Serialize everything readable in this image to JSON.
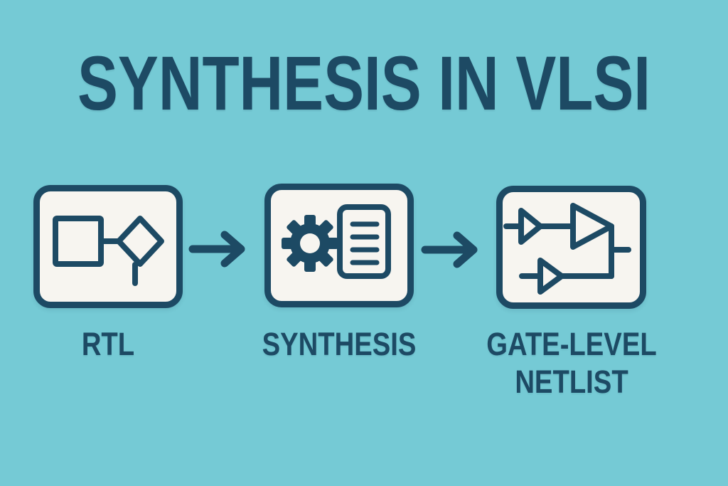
{
  "title": "SYNTHESIS IN VLSI",
  "flow": {
    "steps": [
      {
        "label": "RTL",
        "icon": "flowchart-icon"
      },
      {
        "label": "SYNTHESIS",
        "icon": "gear-document-icon"
      },
      {
        "label": "GATE-LEVEL NETLIST",
        "icon": "logic-gates-icon"
      }
    ],
    "connector_icon": "arrow-right-icon"
  },
  "colors": {
    "background": "#75cad5",
    "ink": "#1d4a64",
    "card_fill": "#f7f5f0"
  }
}
